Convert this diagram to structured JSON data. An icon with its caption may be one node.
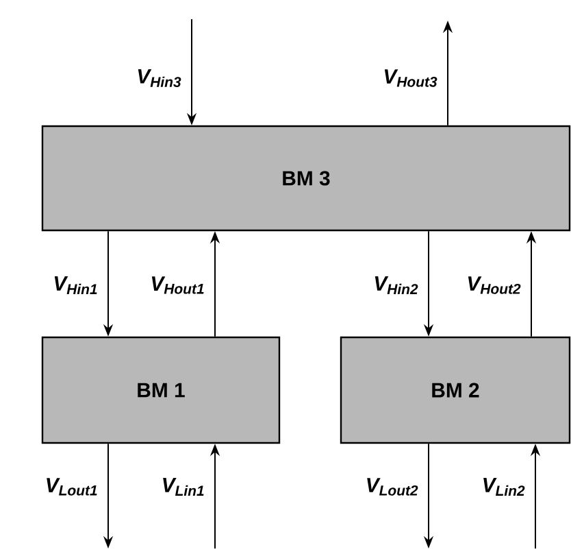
{
  "diagram": {
    "nodes": [
      {
        "text": [
          "BM 3"
        ]
      },
      {
        "text": [
          "BM 1"
        ]
      },
      {
        "text": [
          "BM 2"
        ]
      }
    ],
    "edges": [
      {
        "from": null,
        "to": 0,
        "arrow": "to",
        "label": "V$_{Hin3}$"
      },
      {
        "from": 0,
        "to": null,
        "arrow": "to",
        "label": "V$_{Hout3}$"
      },
      {
        "from": 0,
        "to": 1,
        "arrow": "to",
        "label": "V$_{Hin1}$"
      },
      {
        "from": 1,
        "to": 0,
        "arrow": "to",
        "label": "V$_{Hout1}$"
      },
      {
        "from": 0,
        "to": 2,
        "arrow": "to",
        "label": "V$_{Hin2}$"
      },
      {
        "from": 2,
        "to": 0,
        "arrow": "to",
        "label": "V$_{Hout2}$"
      },
      {
        "from": 1,
        "to": null,
        "arrow": "to",
        "label": "V$_{Lout1}$"
      },
      {
        "from": null,
        "to": 1,
        "arrow": "to",
        "label": "V$_{Lin1}$"
      },
      {
        "from": 2,
        "to": null,
        "arrow": "to",
        "label": "V$_{Lout2}$"
      },
      {
        "from": null,
        "to": 2,
        "arrow": "to",
        "label": "V$_{Lin2}$"
      }
    ]
  }
}
